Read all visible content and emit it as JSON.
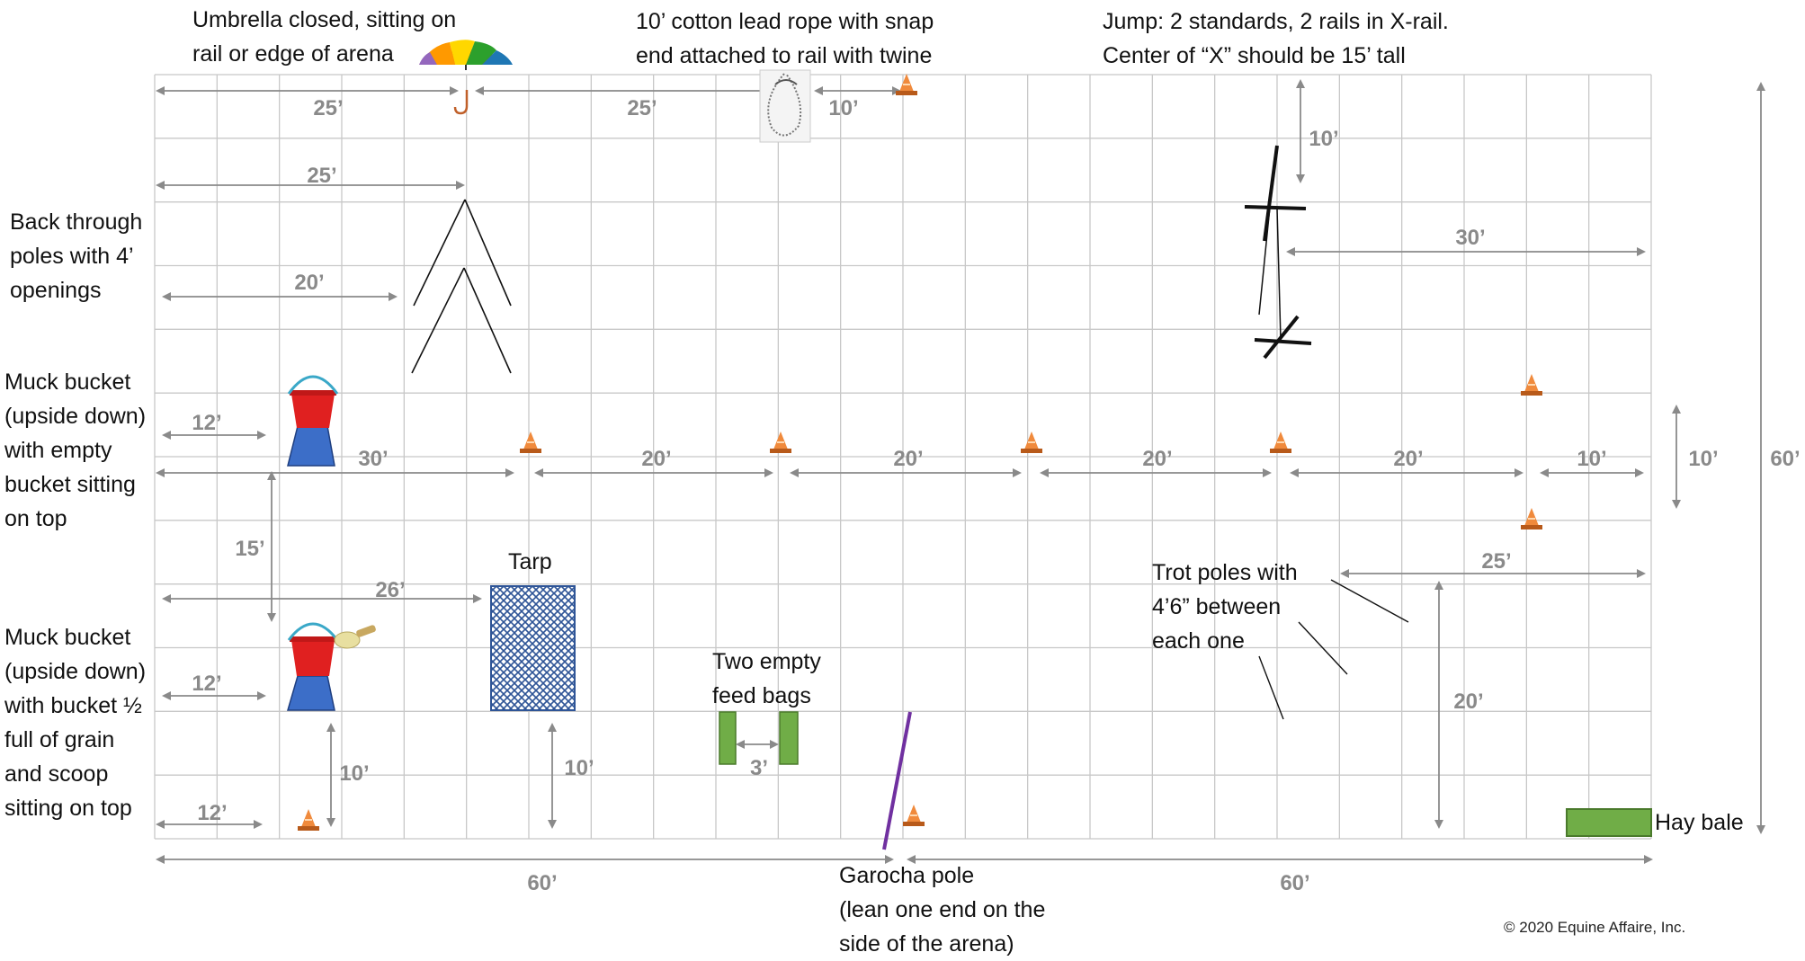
{
  "notes": {
    "umbrella": [
      "Umbrella closed, sitting on",
      "rail or edge of arena"
    ],
    "lead_rope": [
      "10’ cotton lead rope with snap",
      "end attached to rail with twine"
    ],
    "jump": [
      "Jump: 2 standards, 2 rails in X-rail.",
      "Center of “X” should be 15’ tall"
    ],
    "back_through": [
      "Back through",
      "poles with 4’",
      "openings"
    ],
    "muck_empty": [
      "Muck bucket",
      "(upside down)",
      "with empty",
      "bucket sitting",
      "on top"
    ],
    "muck_grain": [
      "Muck bucket",
      "(upside down)",
      "with bucket ½",
      "full of grain",
      "and scoop",
      "sitting on top"
    ],
    "tarp": "Tarp",
    "feed_bags": [
      "Two empty",
      "feed bags"
    ],
    "trot_poles": [
      "Trot poles with",
      "4’6” between",
      "each one"
    ],
    "garocha": [
      "Garocha pole",
      "(lean one end on the",
      "side of the arena)"
    ],
    "hay_bale": "Hay bale"
  },
  "dimensions": {
    "top_25_left": "25’",
    "top_25_mid": "25’",
    "top_10": "10’",
    "row2_25": "25’",
    "row3_20": "20’",
    "jump_10": "10’",
    "jump_30": "30’",
    "muck1_12": "12’",
    "cones_30": "30’",
    "cones_20a": "20’",
    "cones_20b": "20’",
    "cones_20c": "20’",
    "cones_20d": "20’",
    "cones_10": "10’",
    "right_10": "10’",
    "right_60": "60’",
    "vert_15": "15’",
    "tarp_26": "26’",
    "trot_25": "25’",
    "muck2_12": "12’",
    "bags_3": "3’",
    "trot_20": "20’",
    "bucket_10": "10’",
    "tarp_10": "10’",
    "bottom_12": "12’",
    "bottom_60_left": "60’",
    "bottom_60_right": "60’"
  },
  "copyright": "© 2020 Equine Affaire, Inc.",
  "colors": {
    "grid": "#c8c8c8",
    "dimension": "#8a8a8a",
    "cone": "#f08a3c",
    "bucket_red": "#e02020",
    "muck_blue": "#3c6ec8",
    "feed_green": "#70ad47",
    "garocha_purple": "#7030a0",
    "tarp_blue": "#2f5597"
  }
}
